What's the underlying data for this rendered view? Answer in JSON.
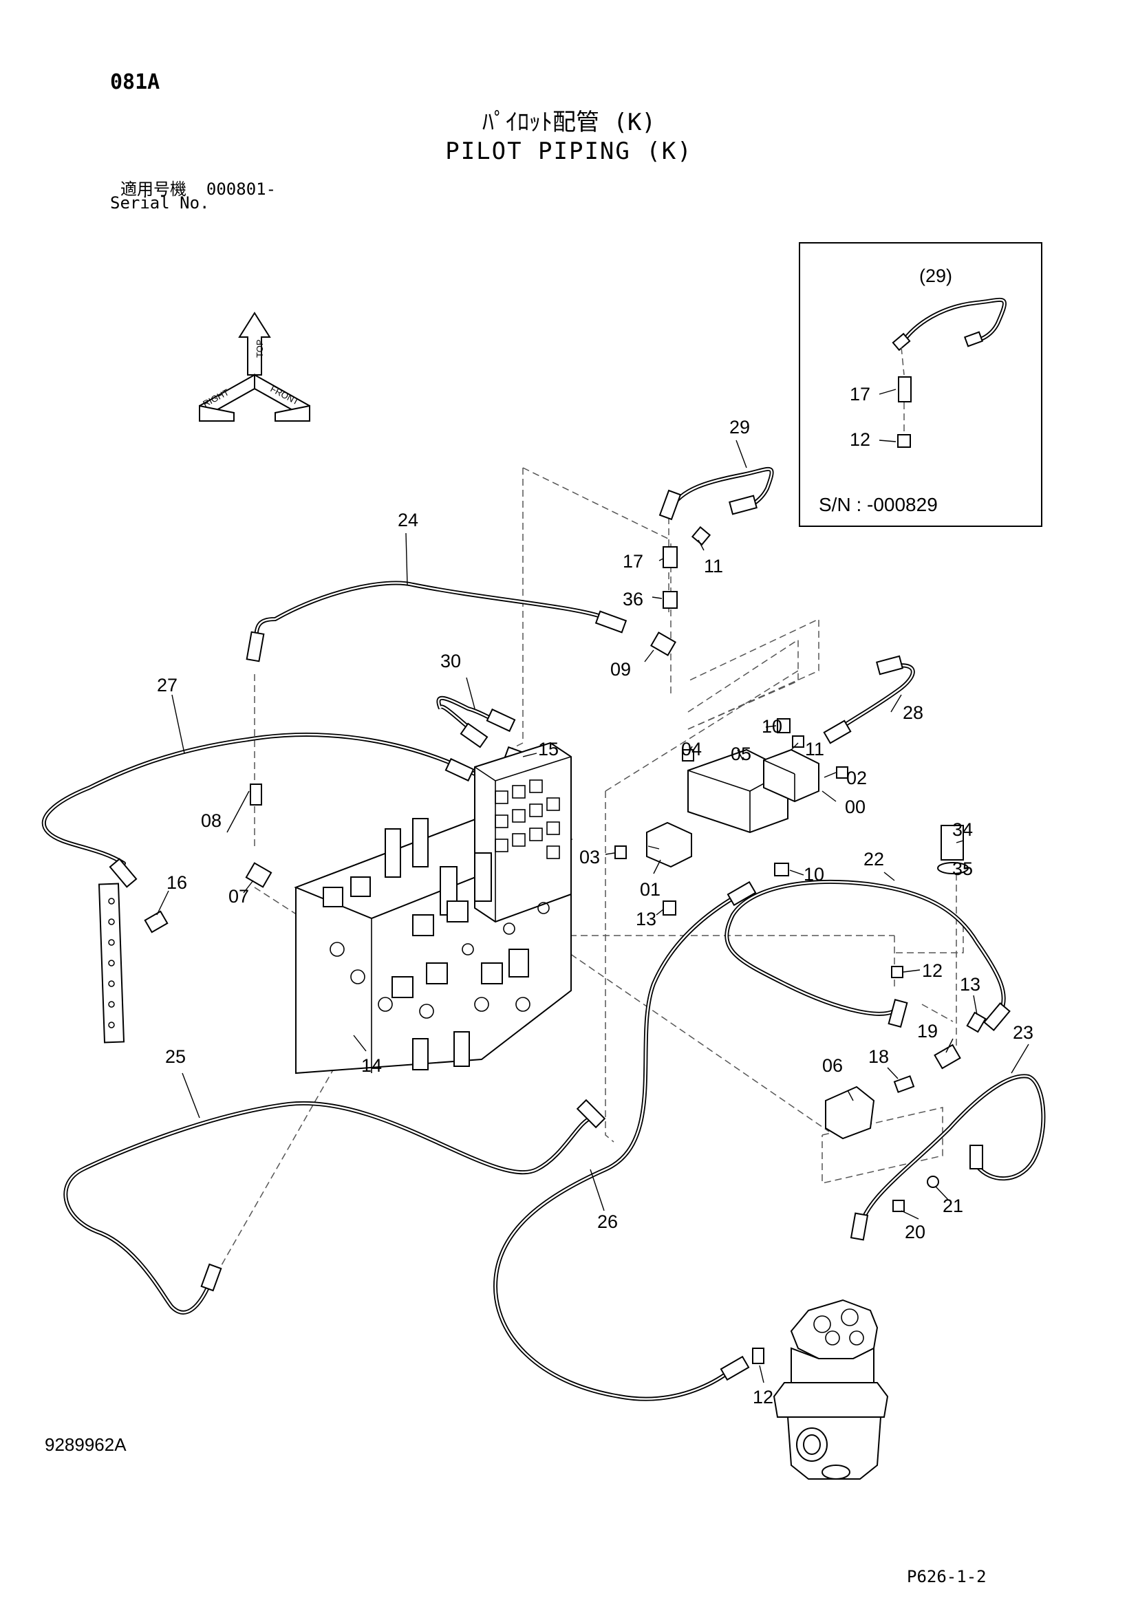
{
  "header": {
    "page_code": "081A",
    "title_jp": "ﾊﾟｲﾛｯﾄ配管 (K)",
    "title_en": "PILOT PIPING (K)",
    "serial_label_jp": "適用号機",
    "serial_value": "000801-",
    "serial_label_en": "Serial No."
  },
  "orientation": {
    "top_label": "TOP",
    "front_label": "FRONT",
    "right_label": "RIGHT"
  },
  "inset": {
    "part_29": "(29)",
    "part_17": "17",
    "part_12": "12",
    "serial_range": "S/N : -000829"
  },
  "parts": {
    "p00": "00",
    "p01": "01",
    "p02": "02",
    "p03": "03",
    "p04": "04",
    "p05": "05",
    "p06": "06",
    "p07": "07",
    "p08": "08",
    "p09": "09",
    "p10": "10",
    "p11": "11",
    "p12": "12",
    "p13": "13",
    "p14": "14",
    "p15": "15",
    "p16": "16",
    "p17": "17",
    "p18": "18",
    "p19": "19",
    "p20": "20",
    "p21": "21",
    "p22": "22",
    "p23": "23",
    "p24": "24",
    "p25": "25",
    "p26": "26",
    "p27": "27",
    "p28": "28",
    "p29": "29",
    "p30": "30",
    "p34": "34",
    "p35": "35",
    "p36": "36"
  },
  "footer": {
    "doc_number": "9289962A",
    "page_ref": "P626-1-2"
  }
}
